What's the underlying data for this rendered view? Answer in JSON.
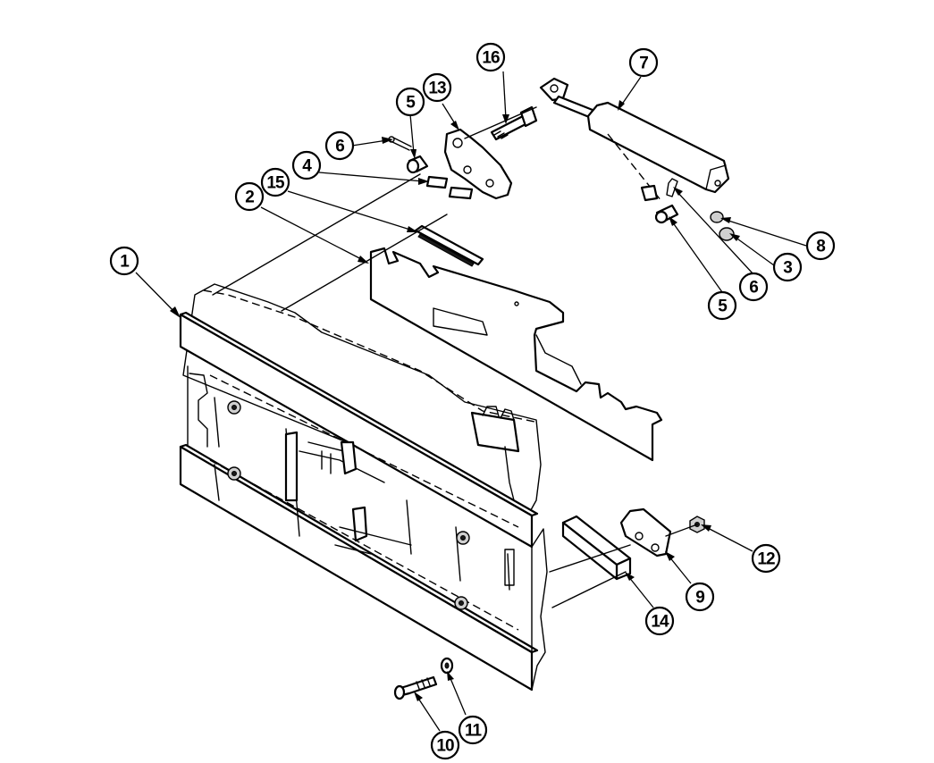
{
  "callouts": [
    {
      "label": "1"
    },
    {
      "label": "2"
    },
    {
      "label": "15"
    },
    {
      "label": "4"
    },
    {
      "label": "6"
    },
    {
      "label": "5"
    },
    {
      "label": "13"
    },
    {
      "label": "16"
    },
    {
      "label": "7"
    },
    {
      "label": "8"
    },
    {
      "label": "3"
    },
    {
      "label": "6"
    },
    {
      "label": "5"
    },
    {
      "label": "12"
    },
    {
      "label": "9"
    },
    {
      "label": "14"
    },
    {
      "label": "11"
    },
    {
      "label": "10"
    }
  ]
}
